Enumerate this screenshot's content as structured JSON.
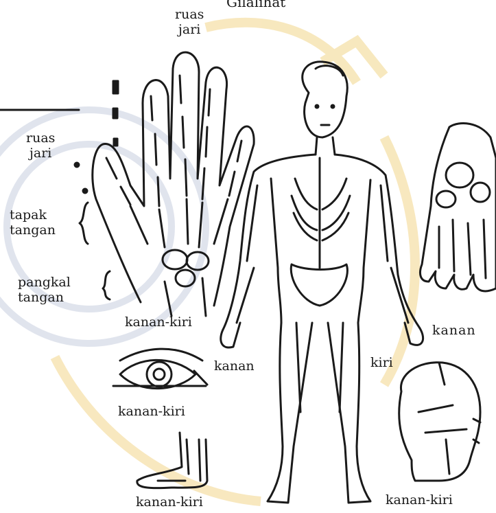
{
  "header_text": "Gilalihat",
  "labels": {
    "ruas_jari_top": [
      "ruas",
      "jari"
    ],
    "ruas_jari_mid": [
      "ruas",
      "jari"
    ],
    "tapak_tangan": [
      "tapak",
      "tangan"
    ],
    "pangkal_tangan": [
      "pangkal",
      "tangan"
    ],
    "kanan_kiri_hand": "kanan-kiri",
    "kanan": "kanan",
    "kiri": "kiri",
    "kanan_right": "kanan",
    "kanan_kiri_eye": "kanan-kiri",
    "kanan_kiri_foot": "kanan-kiri",
    "kanan_kiri_head": "kanan-kiri"
  },
  "colors": {
    "ink": "#1a1a1a",
    "watermark_gold": "#f2d68a",
    "watermark_blue": "#c8cfe0"
  }
}
